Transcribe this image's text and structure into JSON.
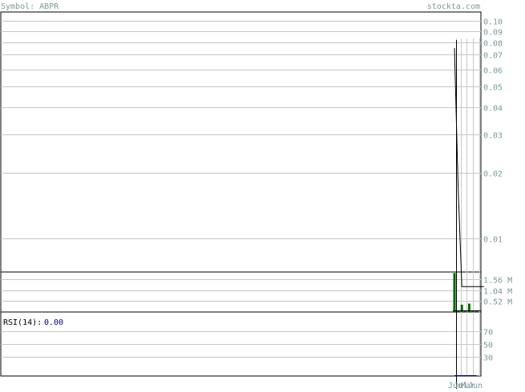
{
  "header": {
    "symbol_label": "Symbol: ABPR",
    "site": "stockta.com"
  },
  "rsi": {
    "label": "RSI(14):",
    "value": "0.00"
  },
  "chart_data": [
    {
      "type": "line",
      "panel": "price",
      "scale": "log",
      "ylim": [
        0.007,
        0.11
      ],
      "y_ticks": [
        "0.10",
        "0.09",
        "0.08",
        "0.07",
        "0.06",
        "0.05",
        "0.04",
        "0.03",
        "0.02",
        "0.01"
      ],
      "y_tick_values": [
        0.1,
        0.09,
        0.08,
        0.07,
        0.06,
        0.05,
        0.04,
        0.03,
        0.02,
        0.01
      ],
      "x_ticks": [
        "Jun",
        "Jul",
        "Mar",
        "Jun"
      ],
      "series": [
        {
          "values": [
            0.075,
            0.017,
            0.006,
            0.006,
            0.006,
            0.006,
            0.006,
            0.006,
            0.006
          ]
        }
      ],
      "grid": true,
      "colors": {
        "line": "#000000",
        "grid": "#c8c8c8",
        "ticks": "#7a9a9a"
      }
    },
    {
      "type": "bar",
      "panel": "volume",
      "y_ticks": [
        "1.56 M",
        "1.04 M",
        "0.52 M"
      ],
      "y_tick_values": [
        1.56,
        1.04,
        0.52
      ],
      "ylim": [
        0,
        1.9
      ],
      "values": [
        1.85,
        0.05,
        0.35,
        0.05,
        0.4,
        0.05,
        0.05
      ],
      "colors": {
        "bar": "#006600",
        "baseline": "#000000"
      }
    },
    {
      "type": "line",
      "panel": "rsi",
      "ylim": [
        0,
        100
      ],
      "y_ticks": [
        "70",
        "50",
        "30"
      ],
      "y_tick_values": [
        70,
        50,
        30
      ],
      "series": [
        {
          "values": [
            0,
            0,
            0,
            0,
            0,
            0,
            0
          ]
        }
      ]
    }
  ]
}
